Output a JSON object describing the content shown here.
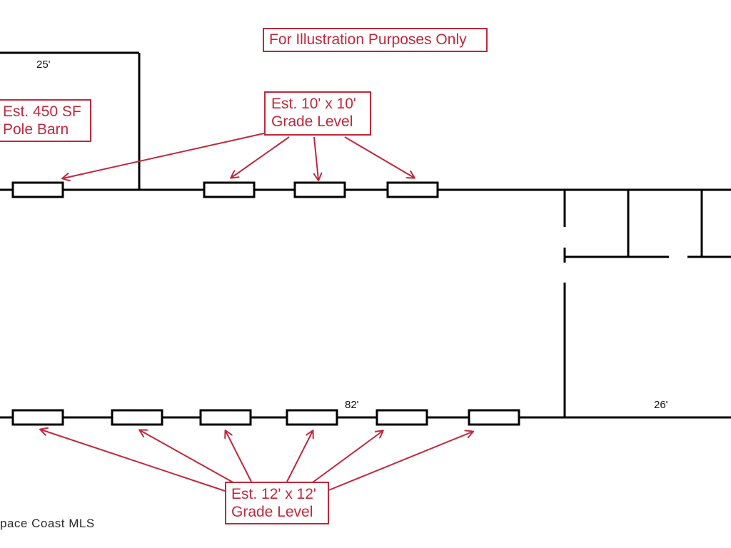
{
  "notice": "For Illustration Purposes Only",
  "pole_barn": {
    "line1": "Est. 450 SF",
    "line2": "Pole Barn"
  },
  "doors_10": {
    "line1": "Est. 10' x 10'",
    "line2": "Grade Level"
  },
  "doors_12": {
    "line1": "Est. 12' x 12'",
    "line2": "Grade Level"
  },
  "dimensions": {
    "barn_width": "25'",
    "building_length": "82'",
    "office_length": "26'"
  },
  "watermark": "pace Coast MLS",
  "colors": {
    "annotation": "#c0283c",
    "line": "#000000"
  }
}
